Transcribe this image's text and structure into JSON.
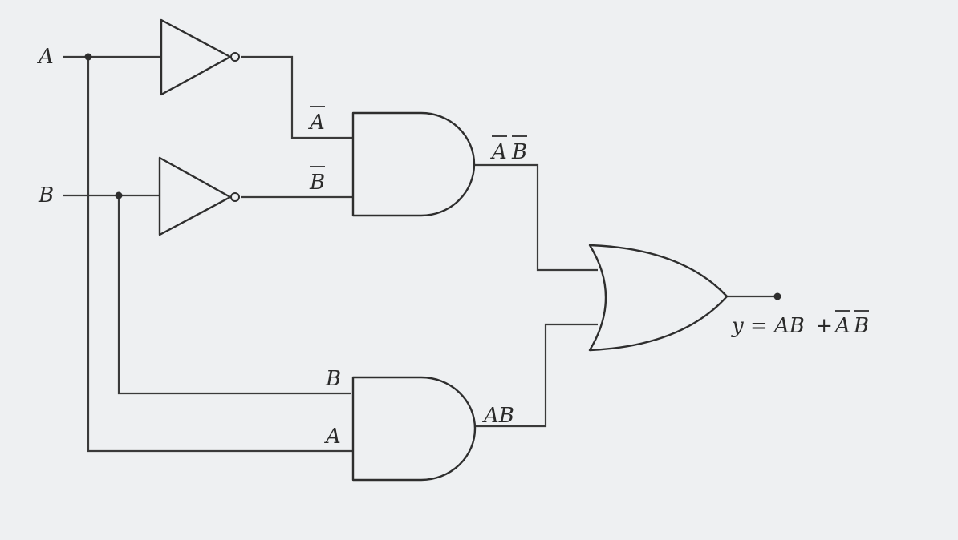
{
  "diagram": {
    "inputs": {
      "a": "A",
      "b": "B"
    },
    "and_top": {
      "in1": "A",
      "in2": "B",
      "out_part1": "A",
      "out_part2": "B"
    },
    "and_bottom": {
      "in1": "B",
      "in2": "A",
      "out": "AB"
    },
    "output": {
      "lhs": "y = ",
      "term1": "AB",
      "plus": " + ",
      "term2_part1": "A",
      "term2_part2": "B"
    }
  }
}
